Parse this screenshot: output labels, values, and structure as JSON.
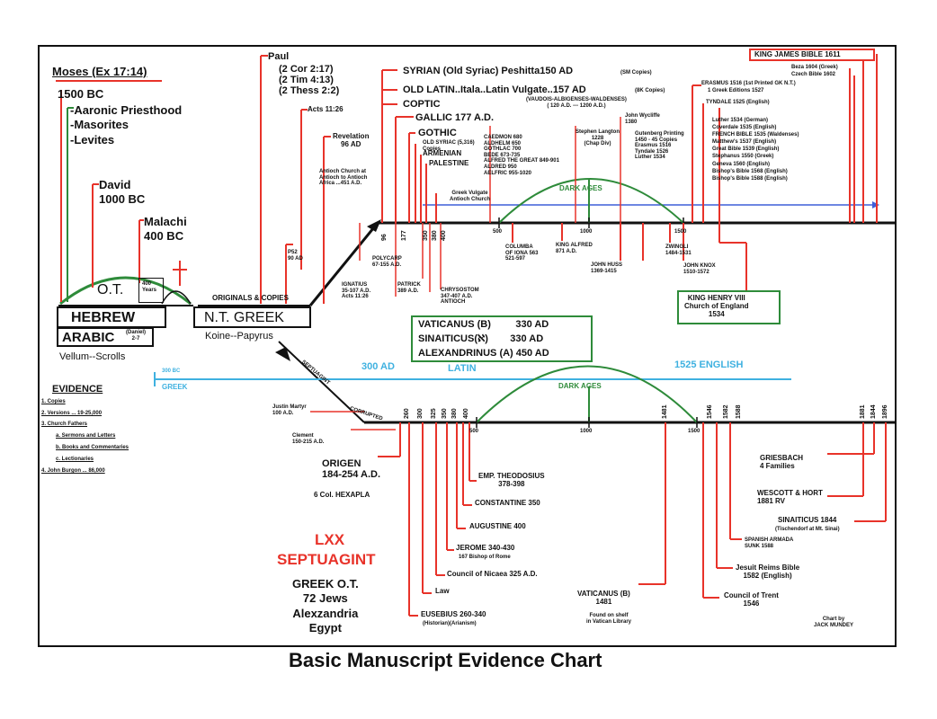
{
  "title": "Basic Manuscript Evidence Chart",
  "credit": "Chart by\nJACK MUNDEY",
  "colors": {
    "red": "#e8332a",
    "green": "#2e8b3a",
    "blue": "#3fb1e0",
    "ink": "#111111"
  },
  "left": {
    "moses": "Moses (Ex 17:14)",
    "bc1500": "1500 BC",
    "aaronic": "-Aaronic Priesthood",
    "masorites": "-Masorites",
    "levites": "-Levites",
    "david": "David",
    "david_bc": "1000 BC",
    "malachi": "Malachi",
    "malachi_bc": "400 BC",
    "ot": "O.T.",
    "ot_years": "400\nYears",
    "hebrew": "HEBREW",
    "arabic": "ARABIC",
    "daniel": "(Daniel)\n2-7",
    "vellum": "Vellum--Scrolls"
  },
  "nt": {
    "paul": "Paul",
    "paul_refs": "(2 Cor 2:17)\n(2 Tim 4:13)\n(2 Thess 2:2)",
    "acts": "Acts 11:26",
    "revelation": "Revelation\n96 AD",
    "p52": "P52\n90 AD",
    "originals": "ORIGINALS & COPIES",
    "nt_greek": "N.T. GREEK",
    "koine": "Koine--Papyrus",
    "antioch_note": "Antioch Church at\nAntioch to Antioch\nAfrica ...451 A.D."
  },
  "top_versions": {
    "syrian": "SYRIAN (Old Syriac) Peshitta150 AD",
    "syrian_note": "(SM Copies)",
    "old_latin": "OLD LATIN..Itala..Latin Vulgate..157 AD",
    "old_latin_note": "(8K Copies)",
    "waldenses": "(VAUDOIS-ALBIGENSES-WALDENSES)\n( 120 A.D. --- 1200 A.D.)",
    "coptic": "COPTIC",
    "gallic": "GALLIC 177 A.D.",
    "gothic": "GOTHIC",
    "old_syriac": "OLD SYRIAC (5,316)\nCopies",
    "armenian": "ARMENIAN",
    "palestine": "PALESTINE",
    "greek_vulgate": "Greek Vulgate\nAntioch Church",
    "dark_ages": "DARK AGES",
    "cadmon": "CAEDMON 680\nALDHELM 650\nGOTHLAC 700\nBEDE 673-735\nALFRED THE GREAT 849-901\nALDRED 950\nAELFRIC 955-1020",
    "stephen": "Stephen Langton\n1228\n(Chap Div)",
    "wycliffe": "John Wycliffe\n1380",
    "gutenberg": "Gutenberg Printing\n1450 - 45 Copies\nErasmus 1516\nTyndale 1526\nLuther 1534",
    "columba": "COLUMBA\nOF IONA 563\n521-597",
    "alfred": "KING ALFRED\n871 A.D.",
    "huss": "JOHN HUSS\n1369-1415",
    "zwingli": "ZWINGLI\n1484-1531",
    "knox": "JOHN KNOX\n1510-1572",
    "henry": "KING HENRY VIII\nChurch of England\n1534"
  },
  "kjv": {
    "kjv": "KING JAMES BIBLE 1611",
    "beza": "Beza 1604 (Greek)",
    "czech": "Czech Bible 1602",
    "erasmus": "ERASMUS 1516 (1st Printed GK N.T.)",
    "erasmus2": "1 Greek Editions 1527",
    "tyndale": "TYNDALE 1525 (English)",
    "list": "Luther 1534 (German)\nCoverdale 1535 (English)\nFRENCH BIBLE 1535 (Waldenses)\nMatthew's 1537 (English)\nGreat Bible 1539 (English)\nStephanus 1550 (Greek)\nGeneva 1560 (English)\nBishop's Bible 1568 (English)\nBishop's Bible 1588 (English)"
  },
  "middle": {
    "polycarp": "POLYCARP\n67-155 A.D.",
    "ignatius": "IGNATIUS\n35-107 A.D.\nActs 11:26",
    "patrick": "PATRICK\n389 A.D.",
    "chrysostom": "CHRYSOSTOM\n347-407 A.D.\nANTIOCH",
    "vaticanus": "VATICANUS (B)         330 AD",
    "sinaiticus": "SINAITICUS(ℵ)        330 AD",
    "alexandrinus": "ALEXANDRINUS (A) 450 AD",
    "bc300": "300 BC",
    "ad300": "300 AD",
    "greek": "GREEK",
    "latin": "LATIN",
    "english": "1525  ENGLISH",
    "dark_ages": "DARK AGES",
    "septuagint_label": "SEPTUAGINT",
    "corrupted": "CORRUPTED"
  },
  "evidence": {
    "heading": "EVIDENCE",
    "items": [
      "1. Copies",
      "2. Versions ... 19-25,000",
      "3. Church Fathers",
      "a. Sermons and Letters",
      "b. Books and Commentaries",
      "c. Lectionaries",
      "4. John Burgon ... 86,000"
    ]
  },
  "bottom": {
    "justin": "Justin Martyr\n100 A.D.",
    "clement": "Clement\n150-215 A.D.",
    "origen": "ORIGEN\n184-254 A.D.",
    "hexapla": "6 Col. HEXAPLA",
    "theodosius": "EMP. THEODOSIUS\n378-398",
    "constantine": "CONSTANTINE 350",
    "augustine": "AUGUSTINE 400",
    "jerome": "JEROME 340-430",
    "jerome_note": "167 Bishop of Rome",
    "nicaea": "Council of Nicaea 325 A.D.",
    "law": "Law",
    "eusebius": "EUSEBIUS 260-340",
    "eusebius_note": "(Historian)(Arianism)",
    "lxx": "LXX",
    "septuagint": "SEPTUAGINT",
    "greek_ot": "GREEK O.T.\n72 Jews\nAlexzandria\nEgypt",
    "vaticanus": "VATICANUS (B)\n1481",
    "vaticanus_note": "Found on shelf\nin Vatican Library",
    "trent": "Council of Trent\n1546",
    "jesuit": "Jesuit Reims Bible\n1582 (English)",
    "armada": "SPANISH ARMADA\nSUNK 1588",
    "sinaiticus": "SINAITICUS 1844",
    "sinaiticus_note": "(Tischendorf at Mt. Sinai)",
    "wescott": "WESCOTT & HORT\n1881 RV",
    "griesbach": "GRIESBACH\n4 Families"
  },
  "ticks": {
    "top": [
      "500",
      "1000",
      "1500"
    ],
    "bottom": [
      "500",
      "1000",
      "1500"
    ],
    "top_small": [
      "96",
      "177",
      "350",
      "380",
      "400"
    ],
    "bottom_small": [
      "260",
      "300",
      "325",
      "350",
      "380",
      "400",
      "1481",
      "1546",
      "1582",
      "1588",
      "1881",
      "1844",
      "1896"
    ]
  }
}
